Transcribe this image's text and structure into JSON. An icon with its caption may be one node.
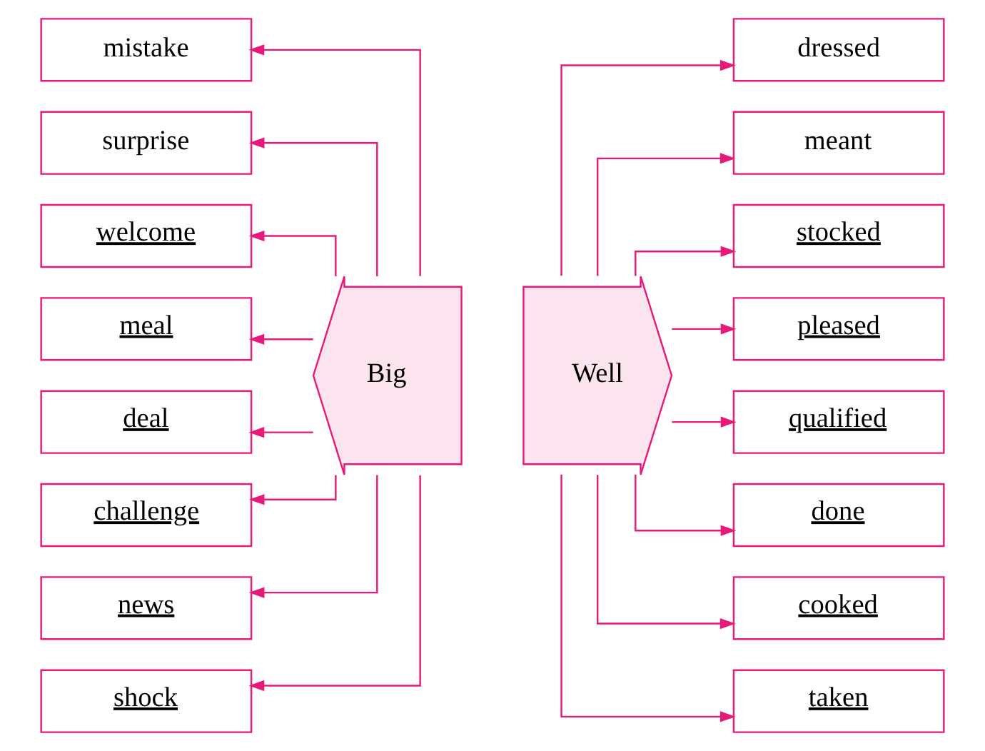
{
  "diagram": {
    "nodes": [
      {
        "text": [
          "Big"
        ]
      },
      {
        "text": [
          "mistake"
        ]
      },
      {
        "text": [
          "surprise"
        ]
      },
      {
        "text": [
          "welcome"
        ]
      },
      {
        "text": [
          "meal"
        ]
      },
      {
        "text": [
          "deal"
        ]
      },
      {
        "text": [
          "challenge"
        ]
      },
      {
        "text": [
          "news"
        ]
      },
      {
        "text": [
          "shock"
        ]
      },
      {
        "text": [
          "Well"
        ]
      },
      {
        "text": [
          "dressed"
        ]
      },
      {
        "text": [
          "meant"
        ]
      },
      {
        "text": [
          "stocked"
        ]
      },
      {
        "text": [
          "pleased"
        ]
      },
      {
        "text": [
          "qualified"
        ]
      },
      {
        "text": [
          "done"
        ]
      },
      {
        "text": [
          "cooked"
        ]
      },
      {
        "text": [
          "taken"
        ]
      }
    ],
    "edges": [
      {
        "from": 0,
        "to": 1,
        "arrow": "to"
      },
      {
        "from": 0,
        "to": 2,
        "arrow": "to"
      },
      {
        "from": 0,
        "to": 3,
        "arrow": "to"
      },
      {
        "from": 0,
        "to": 4,
        "arrow": "to"
      },
      {
        "from": 0,
        "to": 5,
        "arrow": "to"
      },
      {
        "from": 0,
        "to": 6,
        "arrow": "to"
      },
      {
        "from": 0,
        "to": 7,
        "arrow": "to"
      },
      {
        "from": 0,
        "to": 8,
        "arrow": "to"
      },
      {
        "from": 9,
        "to": 10,
        "arrow": "to"
      },
      {
        "from": 9,
        "to": 11,
        "arrow": "to"
      },
      {
        "from": 9,
        "to": 12,
        "arrow": "to"
      },
      {
        "from": 9,
        "to": 13,
        "arrow": "to"
      },
      {
        "from": 9,
        "to": 14,
        "arrow": "to"
      },
      {
        "from": 9,
        "to": 15,
        "arrow": "to"
      },
      {
        "from": 9,
        "to": 16,
        "arrow": "to"
      },
      {
        "from": 9,
        "to": 17,
        "arrow": "to"
      }
    ]
  }
}
